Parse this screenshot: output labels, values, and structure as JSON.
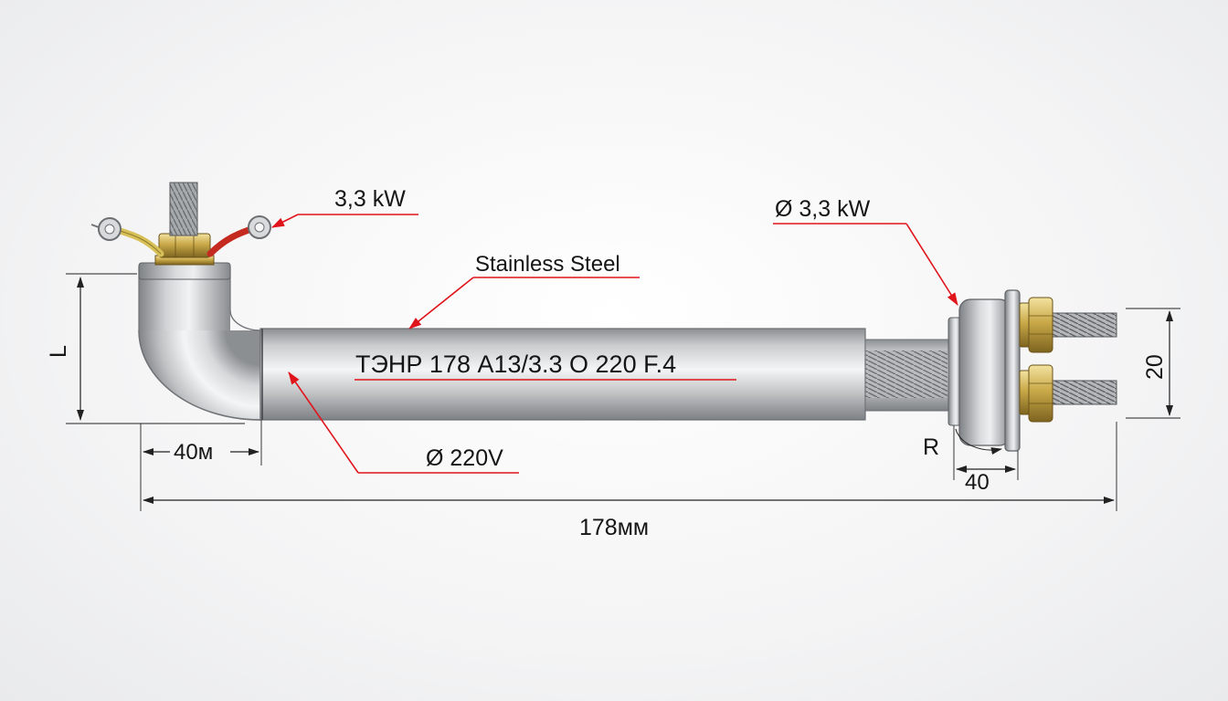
{
  "labels": {
    "power_top": "3,3 kW",
    "material": "Stainless Steel",
    "power_right": "Ø 3,3 kW",
    "marking": "ТЭНР 178 А13/3.3 О 220 F.4",
    "voltage": "Ø 220V",
    "dim_l": "L",
    "dim_40m": "40м",
    "dim_r": "R",
    "dim_40": "40",
    "dim_20": "20",
    "dim_total": "178мм"
  },
  "colors": {
    "leader": "#e0141b",
    "dim_line": "#222222",
    "brass": "#c9a948",
    "steel": "#b8bbbe"
  }
}
